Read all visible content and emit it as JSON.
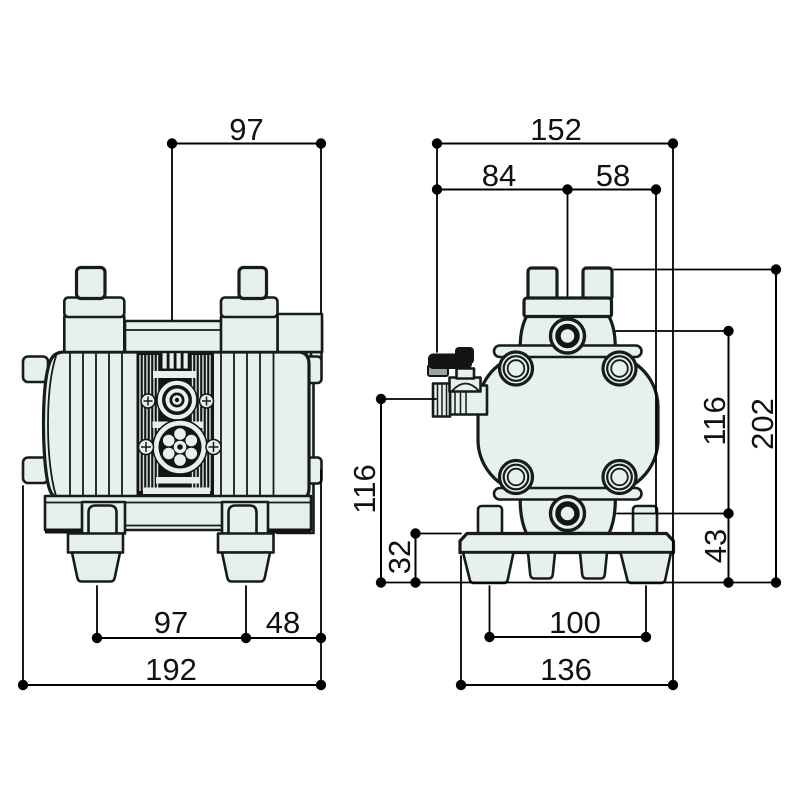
{
  "drawing": {
    "type": "engineering-dimension-drawing",
    "subject": "diaphragm-pump-two-views",
    "colors": {
      "body_fill": "#e6f0ec",
      "outline": "#161b1b",
      "dimension_lines": "#000000",
      "valve_grey": "#98a4a2",
      "background": "#ffffff"
    }
  },
  "dims": {
    "side_view": {
      "top_offset": "97",
      "foot_spacing": "97",
      "flange_offset": "48",
      "overall_width": "192"
    },
    "front_view": {
      "overall_width": "152",
      "valve_offset": "84",
      "port_offset": "58",
      "valve_height": "116",
      "base_height": "32",
      "port_span": "116",
      "overall_height": "202",
      "lower_port_height": "43",
      "foot_spacing": "100",
      "base_width": "136"
    }
  }
}
